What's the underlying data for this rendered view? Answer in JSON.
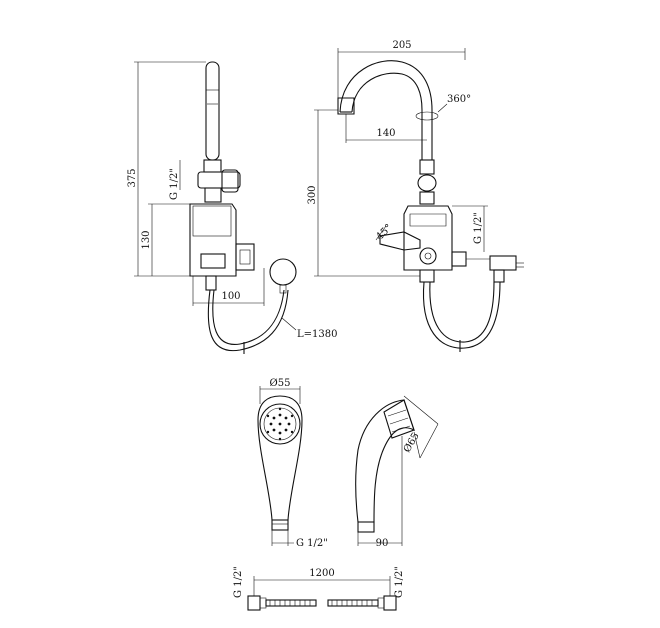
{
  "dimensions": {
    "side_height": "375",
    "side_thread": "G 1/2\"",
    "heater_height": "130",
    "heater_width": "100",
    "hose_length": "L=1380",
    "spout_reach": "205",
    "swivel": "360°",
    "spout_offset": "140",
    "front_height": "300",
    "lever_angle": "45°",
    "front_thread": "G 1/2\"",
    "head_diameter": "Ø55",
    "head_thread": "G 1/2\"",
    "head_diameter_side": "Ø65",
    "head_depth": "90",
    "hose2_length": "1200",
    "hose2_thread_left": "G 1/2\"",
    "hose2_thread_right": "G 1/2\""
  }
}
